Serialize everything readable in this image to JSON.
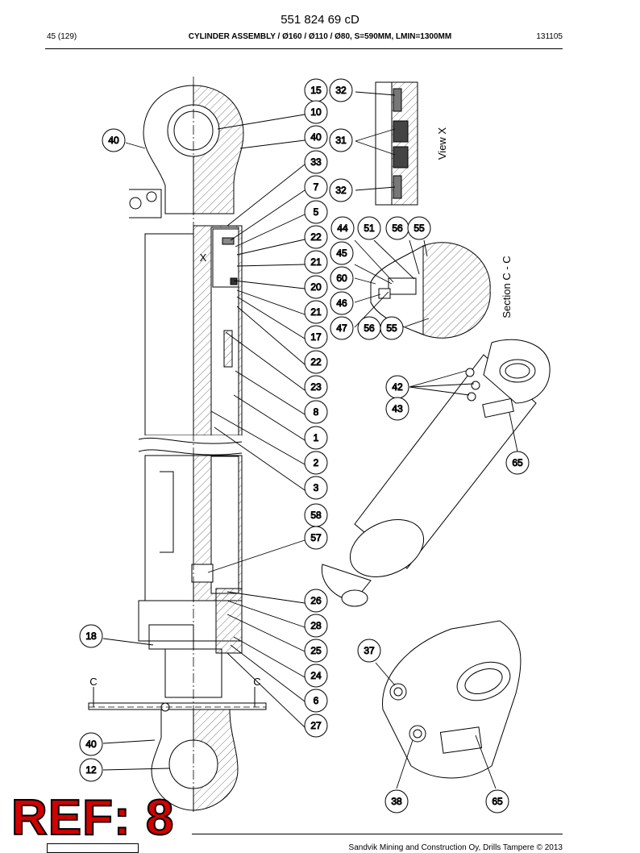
{
  "document_number": "551 824 69 cD",
  "header": {
    "page": "45 (129)",
    "title": "CYLINDER ASSEMBLY / Ø160 / Ø110 / Ø80, S=590MM, LMIN=1300MM",
    "date_code": "131105"
  },
  "view_labels": {
    "view_x": "View X",
    "section_cc": "Section C - C",
    "x_mark": "X",
    "c_left": "C",
    "c_right": "C"
  },
  "balloons": [
    "15",
    "32",
    "10",
    "40",
    "31",
    "33",
    "7",
    "32",
    "5",
    "22",
    "44",
    "51",
    "56",
    "55",
    "21",
    "45",
    "60",
    "20",
    "46",
    "21",
    "47",
    "56",
    "55",
    "17",
    "22",
    "23",
    "42",
    "43",
    "8",
    "1",
    "65",
    "2",
    "3",
    "58",
    "57",
    "26",
    "28",
    "18",
    "37",
    "25",
    "24",
    "6",
    "27",
    "40",
    "12",
    "38",
    "65",
    "40"
  ],
  "ref_label": "REF: 8",
  "footer": {
    "text": "Sandvik Mining and Construction Oy, Drills Tampere © 2013"
  }
}
